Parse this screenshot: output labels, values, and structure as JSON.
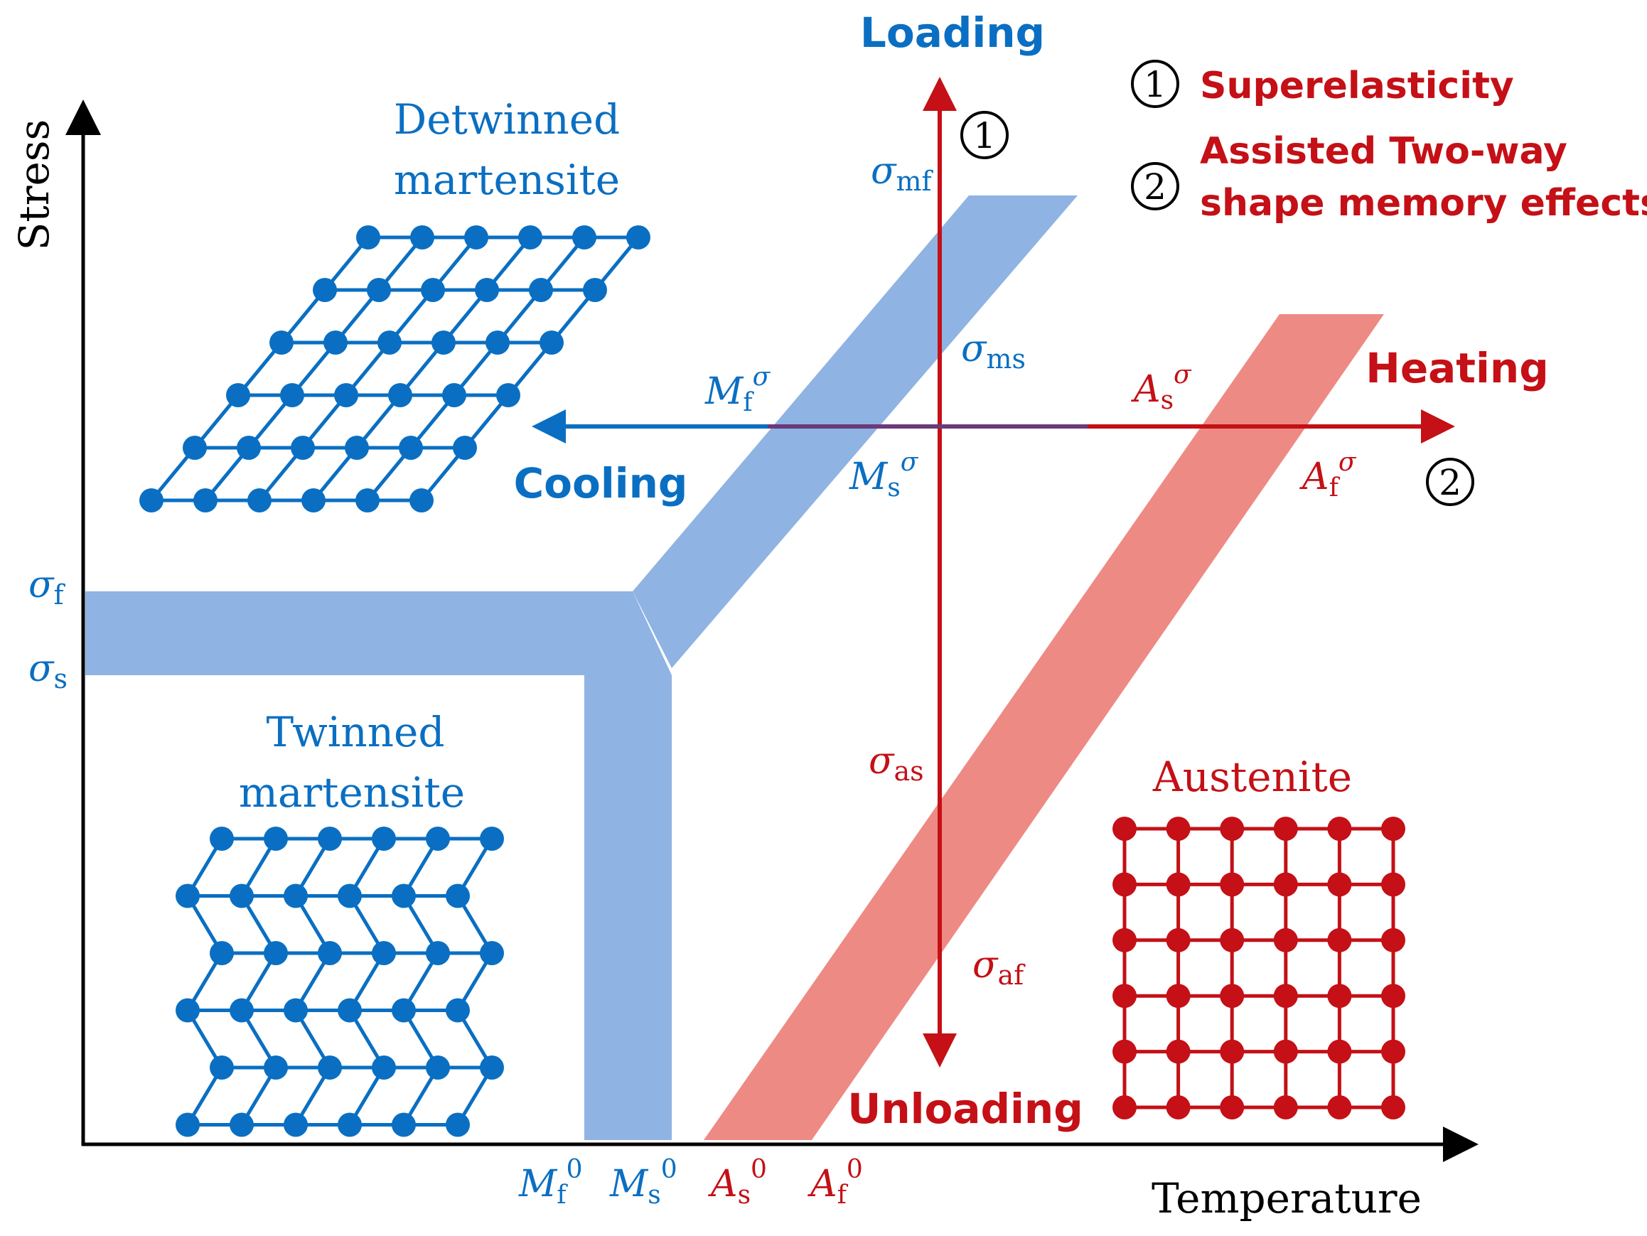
{
  "colors": {
    "blue": "#0a6fc2",
    "blue_band": "#8fb3e2",
    "red": "#c41016",
    "red_band": "#ee8a84",
    "black": "#000000"
  },
  "axes": {
    "y_label": "Stress",
    "x_label": "Temperature"
  },
  "phases": {
    "detwinned": {
      "line1": "Detwinned",
      "line2": "martensite"
    },
    "twinned": {
      "line1": "Twinned",
      "line2": "martensite"
    },
    "austenite": {
      "label": "Austenite"
    }
  },
  "directions": {
    "loading": "Loading",
    "unloading": "Unloading",
    "heating": "Heating",
    "cooling": "Cooling"
  },
  "legend": {
    "item1_num": "1",
    "item1": "Superelasticity",
    "item2_num": "2",
    "item2_line1": "Assisted Two-way",
    "item2_line2": "shape memory effects"
  },
  "markers": {
    "one": "1",
    "two": "2"
  },
  "symbols": {
    "sigma": "σ",
    "M": "M",
    "A": "A",
    "sub_f": "f",
    "sub_s": "s",
    "sub_mf": "mf",
    "sub_ms": "ms",
    "sub_as": "as",
    "sub_af": "af",
    "sup_0": "0"
  }
}
